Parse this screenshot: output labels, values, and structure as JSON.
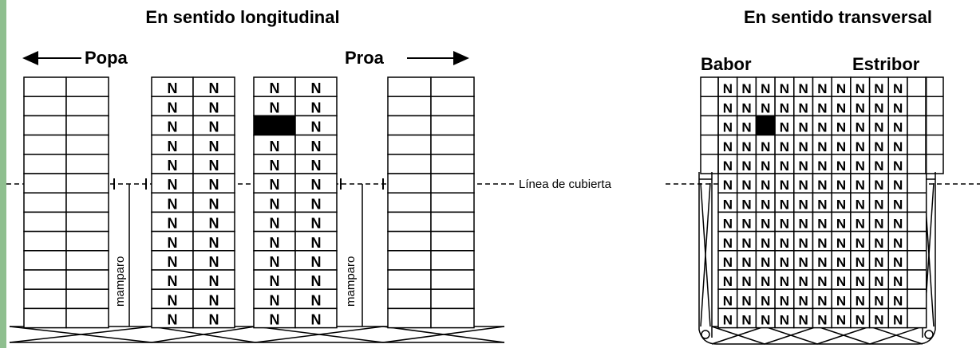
{
  "longitudinal": {
    "title": "En sentido longitudinal",
    "aft_label": "Popa",
    "fwd_label": "Proa",
    "bulkhead_label": "mamparo"
  },
  "transverse": {
    "title": "En sentido transversal",
    "port_label": "Babor",
    "starboard_label": "Estribor"
  },
  "deck_line_label": "Línea de cubierta",
  "container_mark": "N",
  "colors": {
    "accent_strip": "#8fbf8f",
    "line": "#000000",
    "fill": "#ffffff"
  }
}
